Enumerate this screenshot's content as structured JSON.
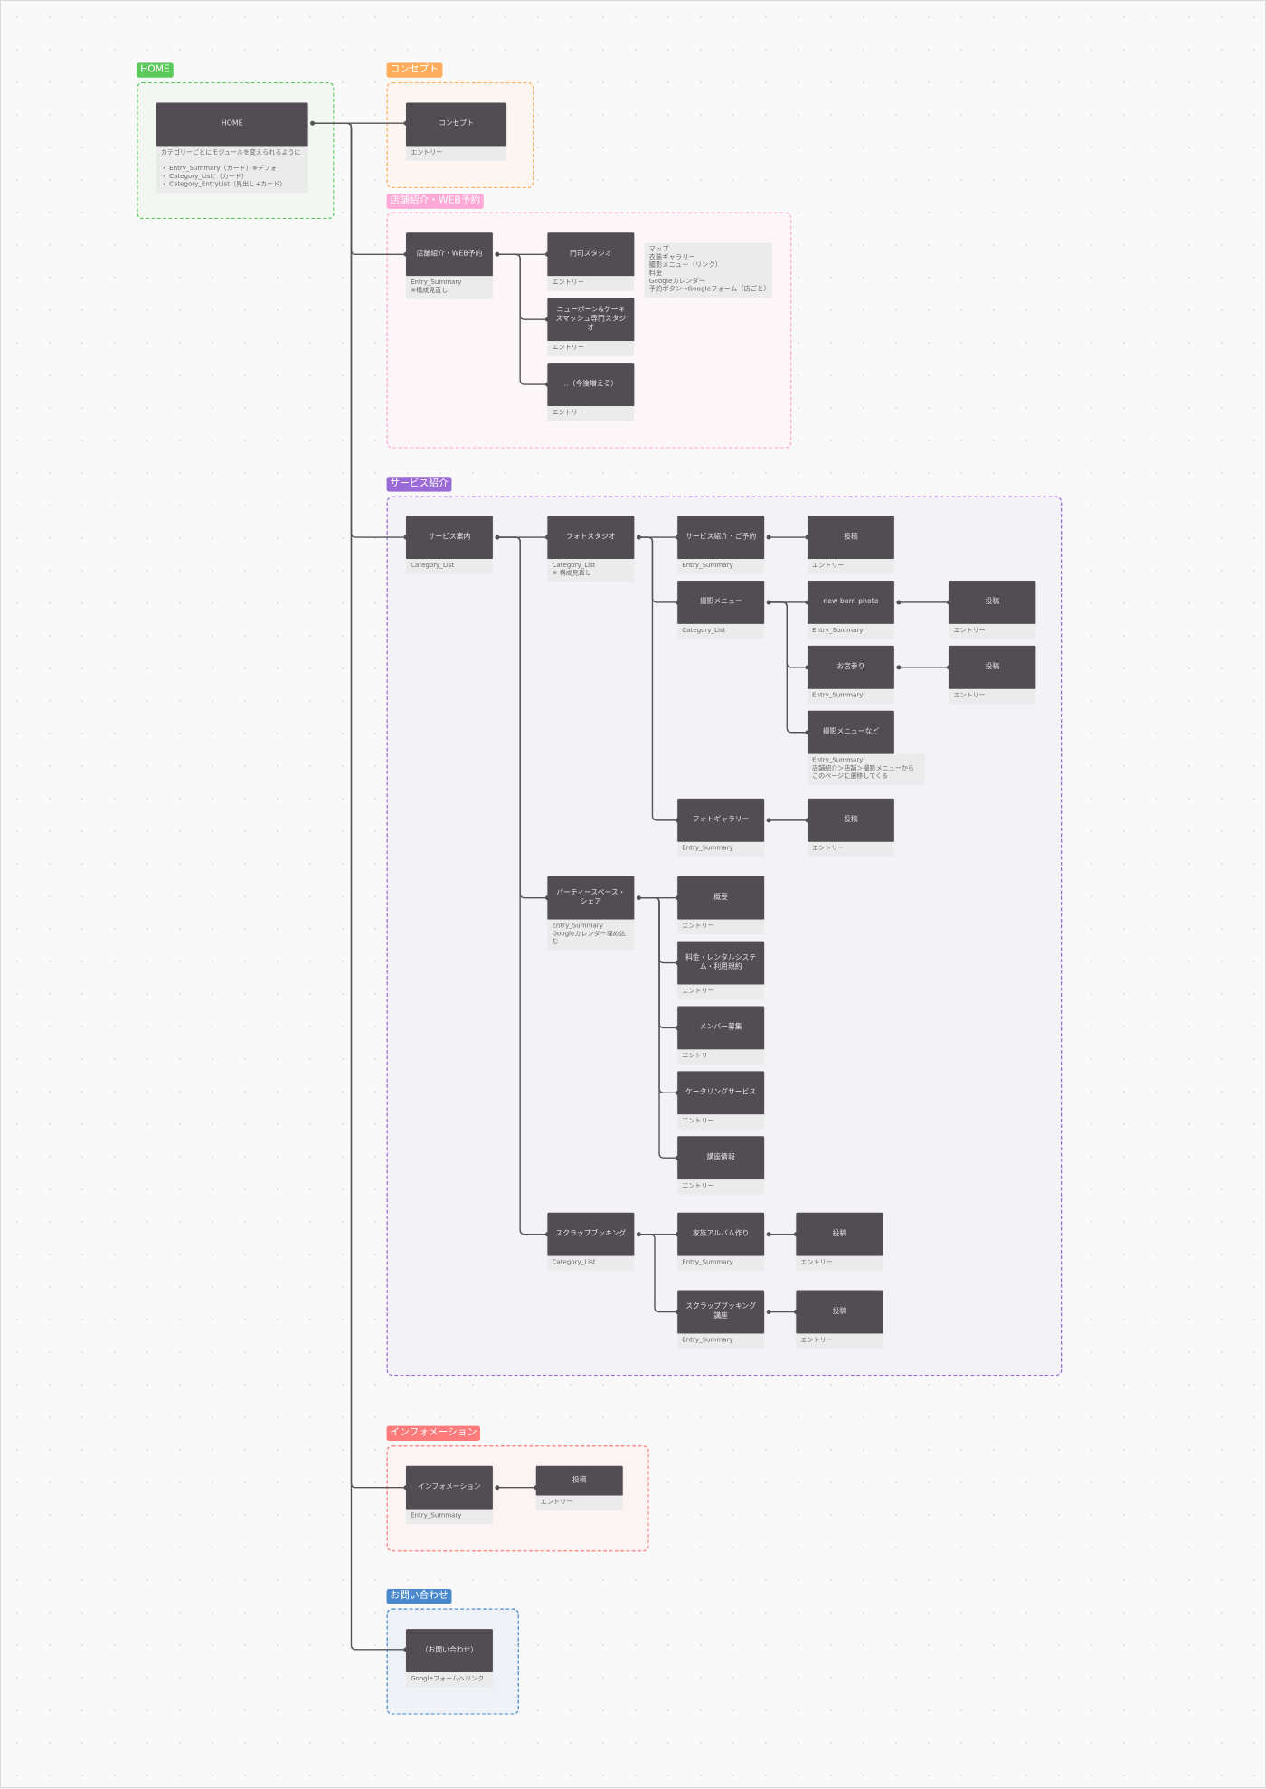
{
  "groups": [
    {
      "id": "home",
      "label": "HOME",
      "color": "#5cc95c",
      "fill": "#f2f7f1"
    },
    {
      "id": "concept",
      "label": "コンセプト",
      "color": "#ffad5c",
      "fill": "#fdf6f0"
    },
    {
      "id": "shop",
      "label": "店舗紹介・WEB予約",
      "color": "#ffa9d6",
      "fill": "#fcf6f8"
    },
    {
      "id": "service",
      "label": "サービス紹介",
      "color": "#9a6bd6",
      "fill": "#f3f2f7"
    },
    {
      "id": "info",
      "label": "インフォメーション",
      "color": "#ff7a7a",
      "fill": "#fbf4f3"
    },
    {
      "id": "contact",
      "label": "お問い合わせ",
      "color": "#4a88cc",
      "fill": "#eef2f6"
    }
  ],
  "nodes": [
    {
      "id": "home",
      "title": "HOME",
      "note": "カテゴリーごとにモジュールを変えられるように\n\n・ Entry_Summary（カード）※デフォ\n・ Category_List：（カード）\n・ Category_EntryList（見出し+カード）"
    },
    {
      "id": "concept",
      "title": "コンセプト",
      "note": "エントリー"
    },
    {
      "id": "shop",
      "title": "店舗紹介・WEB予約",
      "note": "Entry_Summary\n※構成見直し"
    },
    {
      "id": "moji",
      "title": "門司スタジオ",
      "note": "エントリー"
    },
    {
      "id": "newborn-studio",
      "title": "ニューボーン&ケーキスマッシュ専門スタジオ",
      "note": "エントリー"
    },
    {
      "id": "more",
      "title": "..（今後増える）",
      "note": "エントリー"
    },
    {
      "id": "service",
      "title": "サービス案内",
      "note": "Category_List"
    },
    {
      "id": "photo",
      "title": "フォトスタジオ",
      "note": "Category_List\n※ 構成見直し"
    },
    {
      "id": "svc-reserve",
      "title": "サービス紹介・ご予約",
      "note": "Entry_Summary"
    },
    {
      "id": "post1",
      "title": "投稿",
      "note": "エントリー"
    },
    {
      "id": "menu",
      "title": "撮影メニュー",
      "note": "Category_List"
    },
    {
      "id": "newborn",
      "title": "new born photo",
      "note": "Entry_Summary"
    },
    {
      "id": "post2",
      "title": "投稿",
      "note": "エントリー"
    },
    {
      "id": "omiya",
      "title": "お宮参り",
      "note": "Entry_Summary"
    },
    {
      "id": "post3",
      "title": "投稿",
      "note": "エントリー"
    },
    {
      "id": "menu-etc",
      "title": "撮影メニューなど",
      "note": "Entry_Summary\n店舗紹介＞店舗＞撮影メニューから\nこのページに遷移してくる"
    },
    {
      "id": "gallery",
      "title": "フォトギャラリー",
      "note": "Entry_Summary"
    },
    {
      "id": "post4",
      "title": "投稿",
      "note": "エントリー"
    },
    {
      "id": "party",
      "title": "パーティースペース・シェア",
      "note": "Entry_Summary\nGoogleカレンダー埋め込む"
    },
    {
      "id": "overview",
      "title": "概要",
      "note": "エントリー"
    },
    {
      "id": "price",
      "title": "料金・レンタルシステム・利用規約",
      "note": "エントリー"
    },
    {
      "id": "member",
      "title": "メンバー募集",
      "note": "エントリー"
    },
    {
      "id": "catering",
      "title": "ケータリングサービス",
      "note": "エントリー"
    },
    {
      "id": "course",
      "title": "講座情報",
      "note": "エントリー"
    },
    {
      "id": "scrap",
      "title": "スクラップブッキング",
      "note": "Category_List"
    },
    {
      "id": "album",
      "title": "家族アルバム作り",
      "note": "Entry_Summary"
    },
    {
      "id": "post5",
      "title": "投稿",
      "note": "エントリー"
    },
    {
      "id": "scrap-course",
      "title": "スクラップブッキング講座",
      "note": "Entry_Summary"
    },
    {
      "id": "post6",
      "title": "投稿",
      "note": "エントリー"
    },
    {
      "id": "info",
      "title": "インフォメーション",
      "note": "Entry_Summary"
    },
    {
      "id": "post7",
      "title": "投稿",
      "note": "エントリー"
    },
    {
      "id": "contact",
      "title": "（お問い合わせ）",
      "note": "Googleフォームへリンク"
    }
  ],
  "side_note": "マップ\n衣装ギャラリー\n撮影メニュー（リンク）\n料金\nGoogleカレンダー\n予約ボタン→Googleフォーム（店ごと）"
}
